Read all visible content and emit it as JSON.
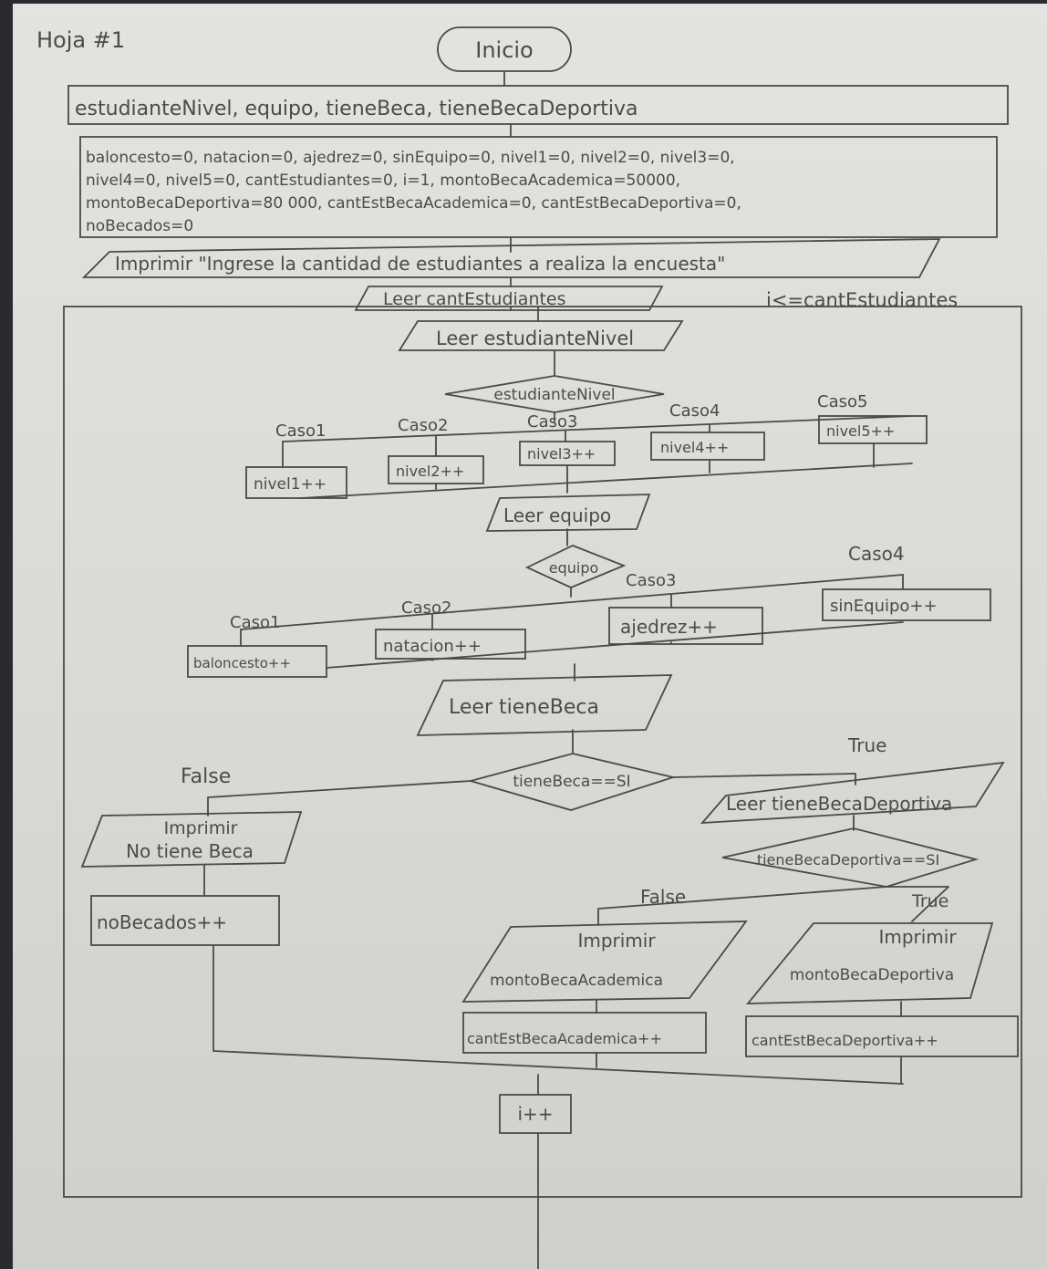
{
  "sheet_label": "Hoja #1",
  "start": "Inicio",
  "variables": "estudianteNivel, equipo, tieneBeca, tieneBecaDeportiva",
  "init_lines": [
    "baloncesto=0, natacion=0, ajedrez=0, sinEquipo=0, nivel1=0, nivel2=0, nivel3=0,",
    "nivel4=0, nivel5=0, cantEstudiantes=0, i=1, montoBecaAcademica=50000,",
    "montoBecaDeportiva=80 000, cantEstBecaAcademica=0, cantEstBecaDeportiva=0,",
    "noBecados=0"
  ],
  "prompt": "Imprimir \"Ingrese la cantidad de estudiantes a realiza la encuesta\"",
  "read_count": "Leer cantEstudiantes",
  "loop_condition": "i<=cantEstudiantes",
  "read_level": "Leer estudianteNivel",
  "level_switch": {
    "decision": "estudianteNivel",
    "cases": [
      {
        "label": "Caso1",
        "action": "nivel1++"
      },
      {
        "label": "Caso2",
        "action": "nivel2++"
      },
      {
        "label": "Caso3",
        "action": "nivel3++"
      },
      {
        "label": "Caso4",
        "action": "nivel4++"
      },
      {
        "label": "Caso5",
        "action": "nivel5++"
      }
    ]
  },
  "read_team": "Leer equipo",
  "team_switch": {
    "decision": "equipo",
    "cases": [
      {
        "label": "Caso1",
        "action": "baloncesto++"
      },
      {
        "label": "Caso2",
        "action": "natacion++"
      },
      {
        "label": "Caso3",
        "action": "ajedrez++"
      },
      {
        "label": "Caso4",
        "action": "sinEquipo++"
      }
    ]
  },
  "read_scholarship": "Leer tieneBeca",
  "scholarship_decision": "tieneBeca==SI",
  "false_label": "False",
  "true_label": "True",
  "no_scholarship": {
    "line1": "Imprimir",
    "line2": "No tiene Beca"
  },
  "no_scholarship_count": "noBecados++",
  "read_sport": "Leer tieneBecaDeportiva",
  "sport_decision": "tieneBecaDeportiva==SI",
  "academic_print": {
    "line1": "Imprimir",
    "line2": "montoBecaAcademica"
  },
  "sport_print": {
    "line1": "Imprimir",
    "line2": "montoBecaDeportiva"
  },
  "academic_count": "cantEstBecaAcademica++",
  "sport_count": "cantEstBecaDeportiva++",
  "increment": "i++"
}
